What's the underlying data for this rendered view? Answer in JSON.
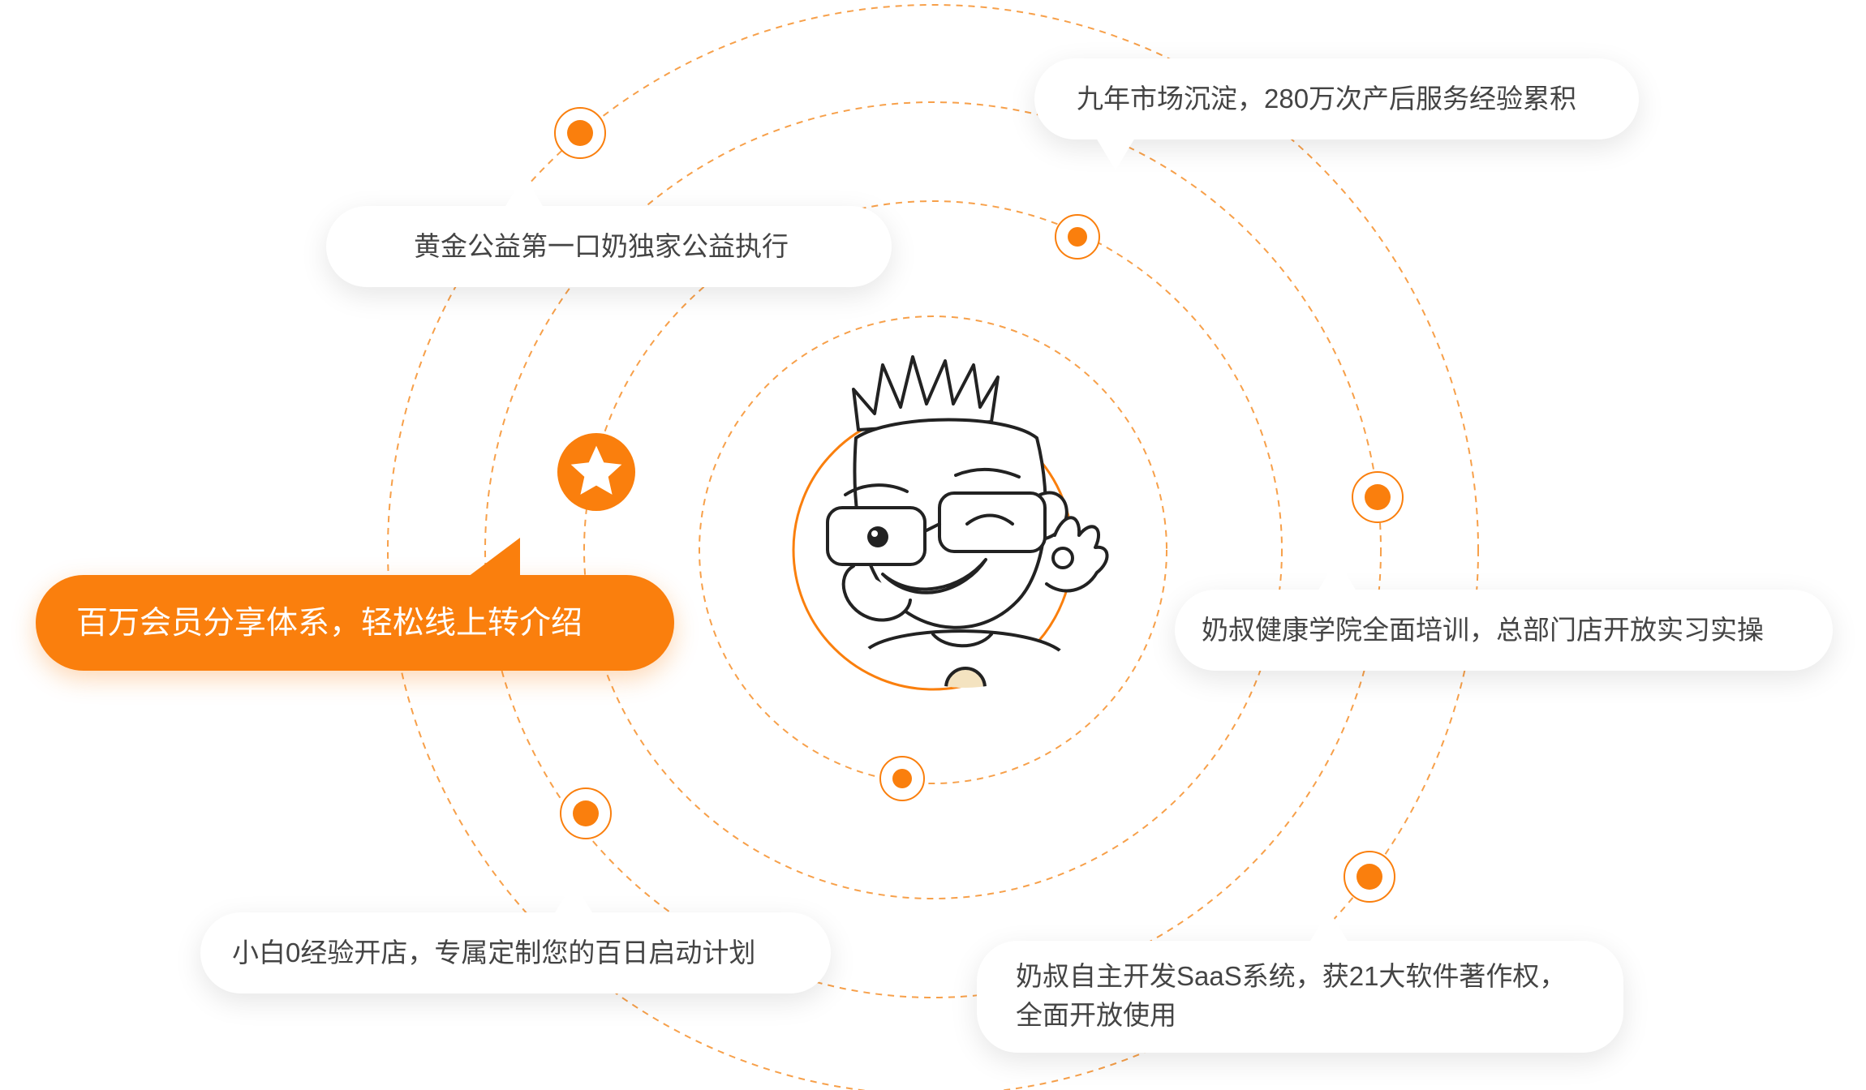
{
  "callouts": {
    "gold": "黄金公益第一口奶独家公益执行",
    "nine_years": "九年市场沉淀，280万次产后服务经验累积",
    "academy": "奶叔健康学院全面培训，总部门店开放实习实操",
    "newbie": "小白0经验开店，专属定制您的百日启动计划",
    "saas_line1": "奶叔自主开发SaaS系统，获21大软件著作权，",
    "saas_line2": "全面开放使用",
    "highlight": "百万会员分享体系，轻松线上转介绍"
  },
  "colors": {
    "accent": "#fa7f0d",
    "ring": "#f7a04a",
    "text": "#444444",
    "bubble_bg": "#ffffff"
  },
  "icons": {
    "star_badge": "star-icon",
    "nodes": "orbit-node-dot",
    "center": "cartoon-mascot-avatar"
  }
}
